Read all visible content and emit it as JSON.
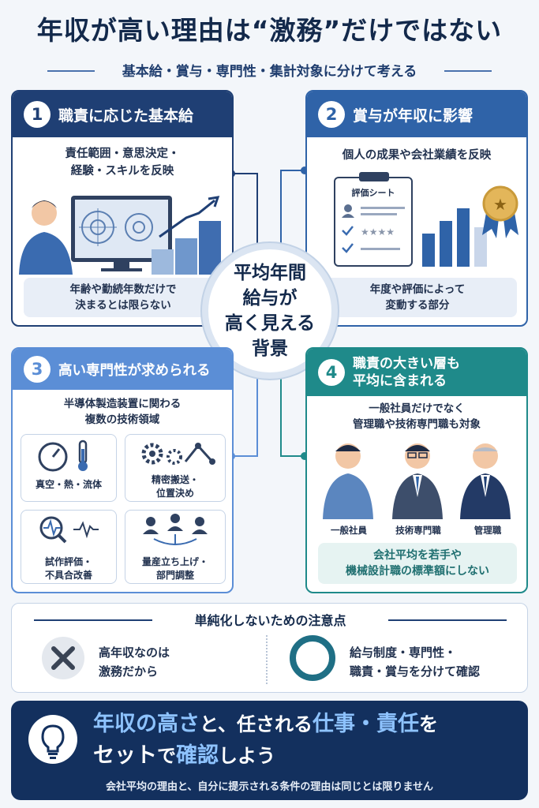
{
  "title": "年収が高い理由は“激務”だけではない",
  "subtitle": "基本給・賞与・専門性・集計対象に分けて考える",
  "center": {
    "line1": "平均年間",
    "line2": "給与が",
    "line3": "高く見える",
    "line4": "背景"
  },
  "card1": {
    "number": "1",
    "heading": "職責に応じた基本給",
    "desc1": "責任範囲・意思決定・",
    "desc2": "経験・スキルを反映",
    "note1": "年齢や勤続年数だけで",
    "note2": "決まるとは限らない"
  },
  "card2": {
    "number": "2",
    "heading": "賞与が年収に影響",
    "desc1": "個人の成果や会社業績を反映",
    "sheet_title": "評価シート",
    "note1": "年度や評価によって",
    "note2": "変動する部分"
  },
  "card3": {
    "number": "3",
    "heading": "高い専門性が求められる",
    "desc1": "半導体製造装置に関わる",
    "desc2": "複数の技術領域",
    "tiles": [
      {
        "label1": "真空・熱・流体",
        "label2": ""
      },
      {
        "label1": "精密搬送・",
        "label2": "位置決め"
      },
      {
        "label1": "試作評価・",
        "label2": "不具合改善"
      },
      {
        "label1": "量産立ち上げ・",
        "label2": "部門調整"
      }
    ]
  },
  "card4": {
    "number": "4",
    "heading1": "職責の大きい層も",
    "heading2": "平均に含まれる",
    "desc1": "一般社員だけでなく",
    "desc2": "管理職や技術専門職も対象",
    "people": [
      "一般社員",
      "技術専門職",
      "管理職"
    ],
    "note1": "会社平均を若手や",
    "note2": "機械設計職の標準額にしない"
  },
  "caution": {
    "heading": "単純化しないための注意点",
    "wrong1": "高年収なのは",
    "wrong2": "激務だから",
    "right1": "給与制度・専門性・",
    "right2": "職責・賞与を分けて確認"
  },
  "bottom": {
    "p1": "年収の高さ",
    "p2": "と、任される",
    "p3": "仕事・責任",
    "p4": "を",
    "p5": "セット",
    "p6": "で",
    "p7": "確認",
    "p8": "しよう",
    "footnote": "会社平均の理由と、自分に提示される条件の理由は同じとは限りません"
  },
  "colors": {
    "navy": "#1f3f74",
    "blue": "#2f63a8",
    "lightblue": "#5b8ed6",
    "teal": "#1f8a8a",
    "accent_text": "#8ec3ff"
  }
}
